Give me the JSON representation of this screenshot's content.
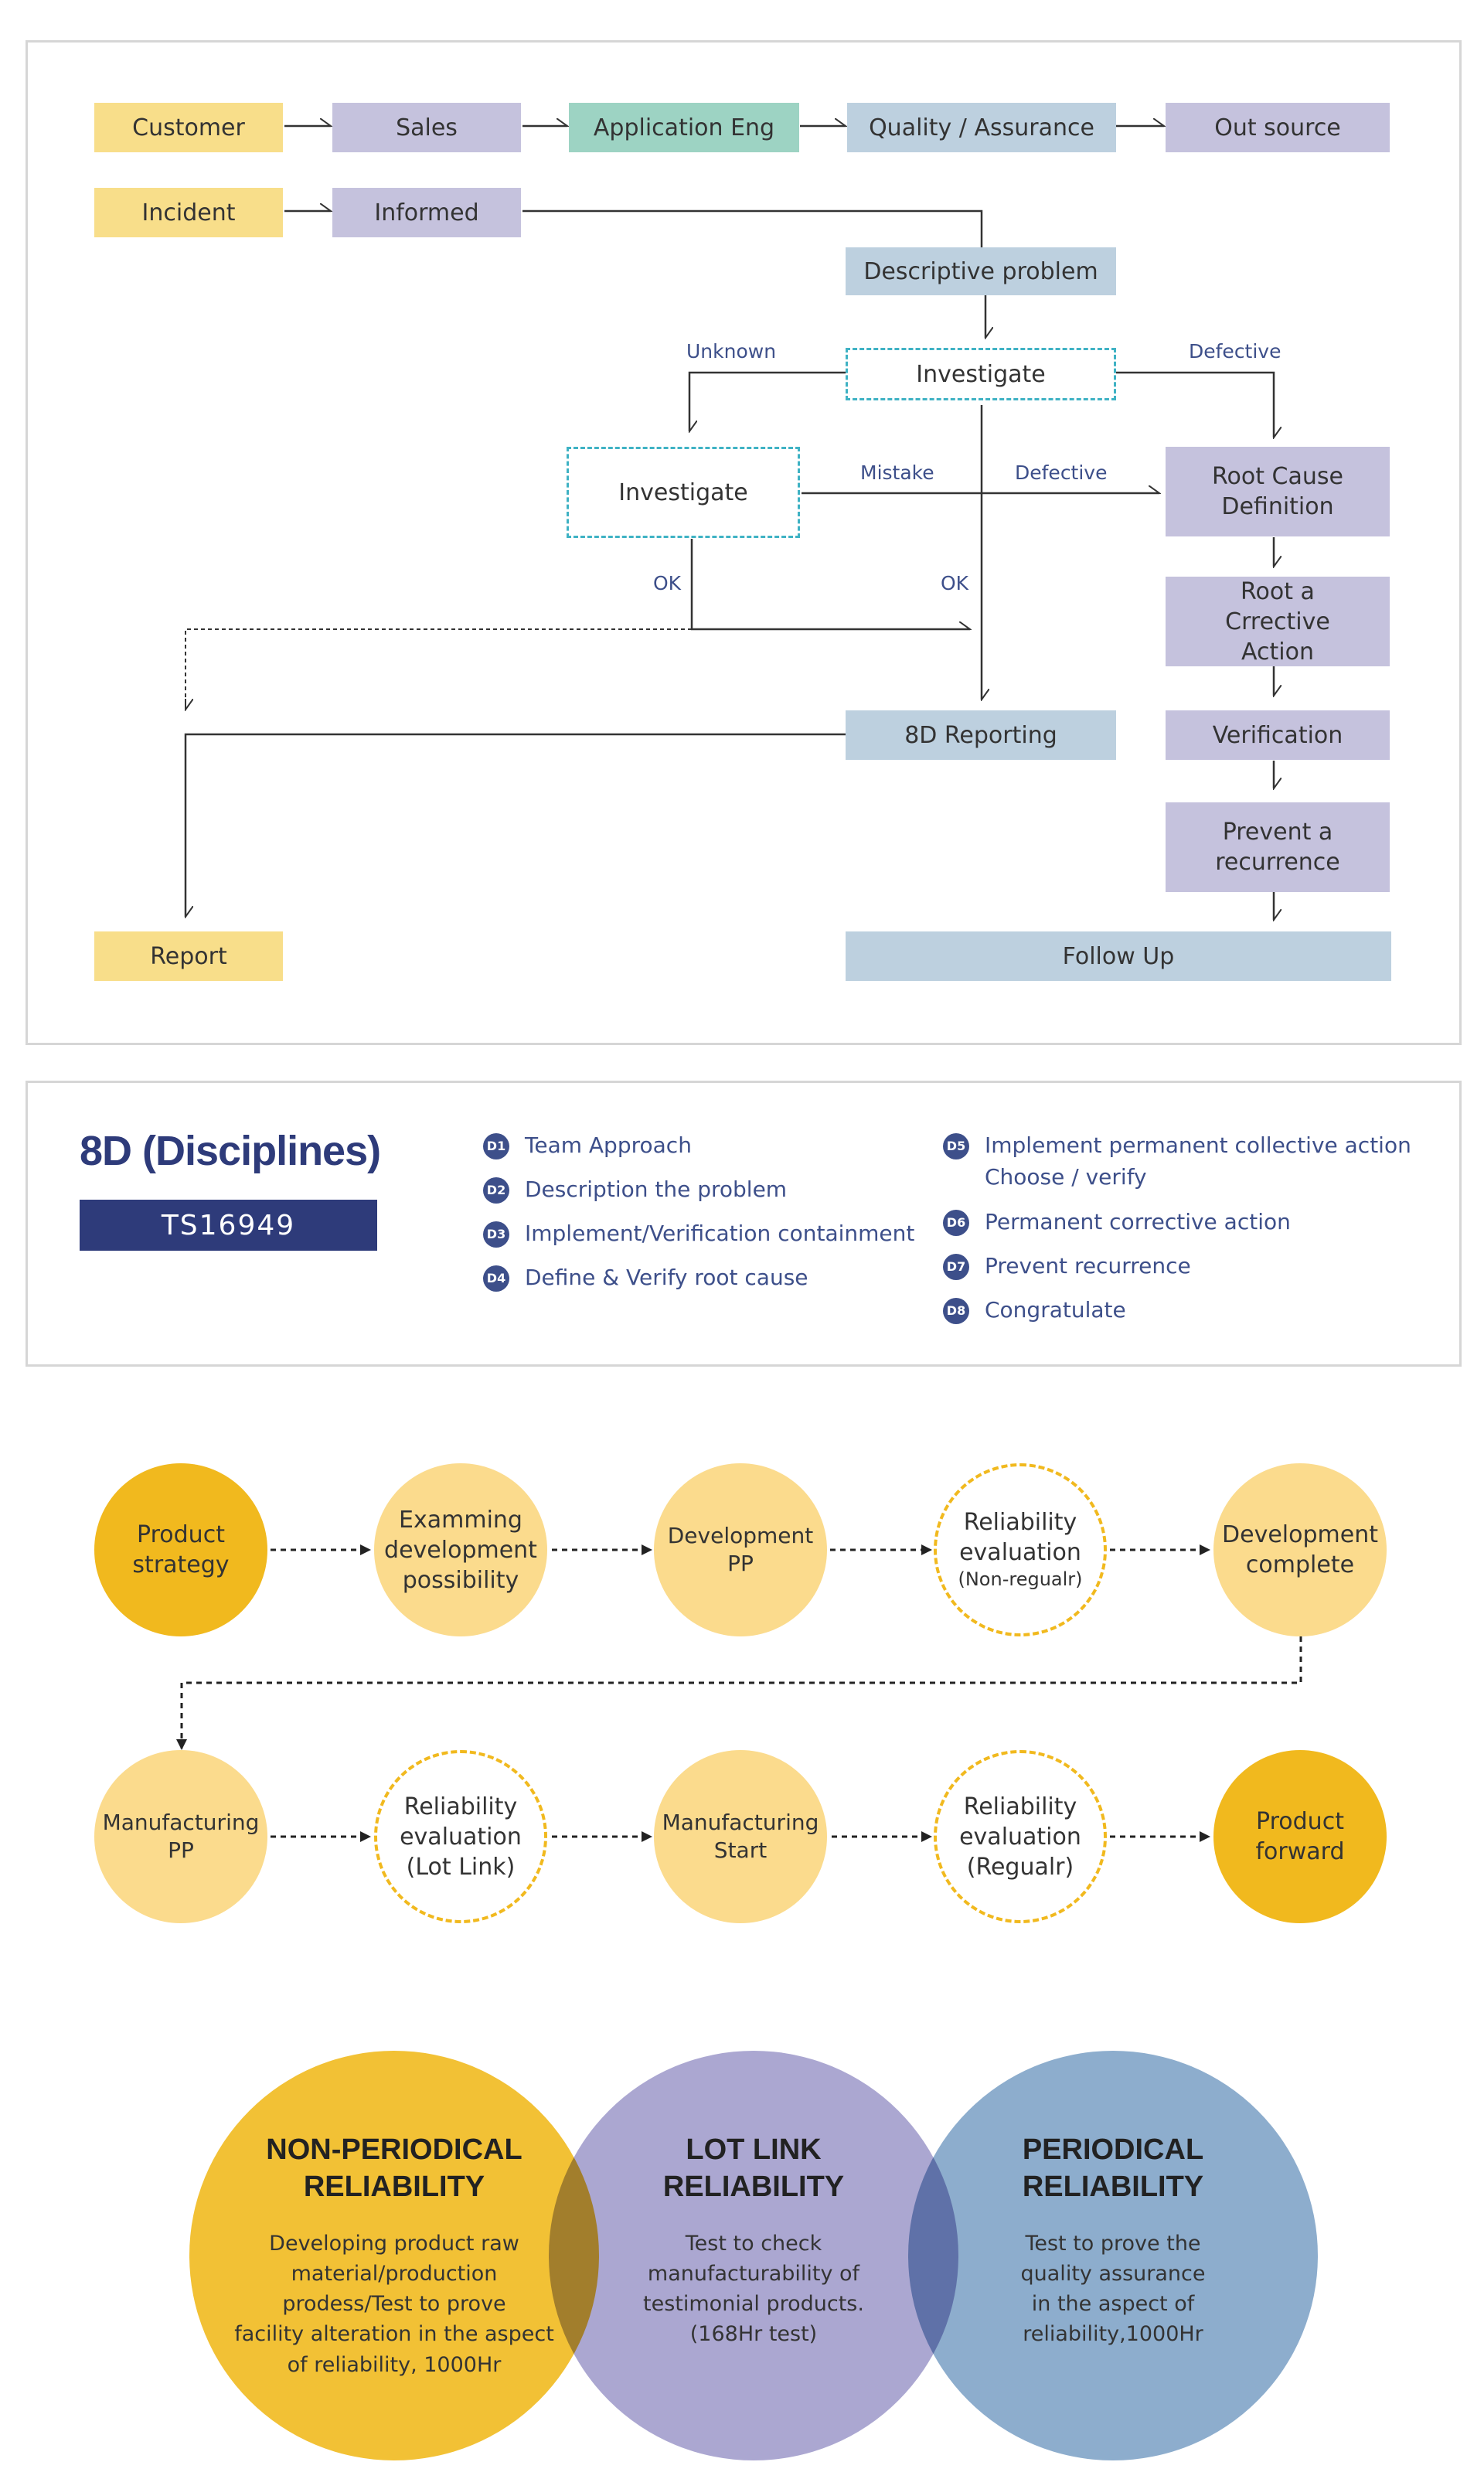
{
  "flow": {
    "customer": "Customer",
    "sales": "Sales",
    "application_eng": "Application Eng",
    "quality_assurance": "Quality / Assurance",
    "out_source": "Out source",
    "incident": "Incident",
    "informed": "Informed",
    "descriptive_problem": "Descriptive problem",
    "investigate_top": "Investigate",
    "investigate_left": "Investigate",
    "root_cause_definition": "Root Cause Definition",
    "root_corrective_action": "Root a Crrective Action",
    "verification": "Verification",
    "prevent_recurrence": "Prevent a recurrence",
    "reporting_8d": "8D Reporting",
    "report": "Report",
    "follow_up": "Follow Up",
    "label_unknown": "Unknown",
    "label_defective_top": "Defective",
    "label_mistake": "Mistake",
    "label_defective_mid": "Defective",
    "label_ok_left": "OK",
    "label_ok_mid": "OK"
  },
  "disciplines": {
    "title": "8D (Disciplines)",
    "standard": "TS16949",
    "items": [
      {
        "badge": "D1",
        "text": "Team Approach"
      },
      {
        "badge": "D2",
        "text": "Description the problem"
      },
      {
        "badge": "D3",
        "text": "Implement/Verification containment"
      },
      {
        "badge": "D4",
        "text": "Define & Verify root cause"
      },
      {
        "badge": "D5",
        "text": "Implement permanent collective action",
        "text2": "Choose / verify"
      },
      {
        "badge": "D6",
        "text": "Permanent corrective action"
      },
      {
        "badge": "D7",
        "text": "Prevent recurrence"
      },
      {
        "badge": "D8",
        "text": "Congratulate"
      }
    ]
  },
  "process": {
    "row1": [
      {
        "line1": "Product",
        "line2": "strategy"
      },
      {
        "line1": "Examming",
        "line2": "development",
        "line3": "possibility"
      },
      {
        "line1": "Development",
        "line2": "PP"
      },
      {
        "line1": "Reliability",
        "line2": "evaluation",
        "line3": "(Non-regualr)"
      },
      {
        "line1": "Development",
        "line2": "complete"
      }
    ],
    "row2": [
      {
        "line1": "Manufacturing",
        "line2": "PP"
      },
      {
        "line1": "Reliability",
        "line2": "evaluation",
        "line3": "(Lot Link)"
      },
      {
        "line1": "Manufacturing",
        "line2": "Start"
      },
      {
        "line1": "Reliability",
        "line2": "evaluation",
        "line3": "(Regualr)"
      },
      {
        "line1": "Product",
        "line2": "forward"
      }
    ]
  },
  "reliability": {
    "non_periodical": {
      "title1": "NON-PERIODICAL",
      "title2": "RELIABILITY",
      "desc": [
        "Developing product raw",
        "material/production",
        "prodess/Test to prove",
        "facility alteration in the aspect",
        "of reliability, 1000Hr"
      ]
    },
    "lot_link": {
      "title1": "LOT LINK",
      "title2": "RELIABILITY",
      "desc": [
        "Test to check",
        "manufacturability of",
        "testimonial products.",
        "(168Hr test)"
      ]
    },
    "periodical": {
      "title1": "PERIODICAL",
      "title2": "RELIABILITY",
      "desc": [
        "Test to prove the",
        "quality assurance",
        "in the aspect of",
        "reliability,1000Hr"
      ]
    }
  },
  "colors": {
    "yellow_box": "#f8de8a",
    "purple_box": "#c5c2dd",
    "green_box": "#9dd3c3",
    "blue_box": "#bdd0df",
    "navy": "#2e3b7a",
    "venn_yellow": "#f1c232",
    "venn_purple": "#a8a3cc",
    "venn_blue": "#8aa9c9"
  }
}
